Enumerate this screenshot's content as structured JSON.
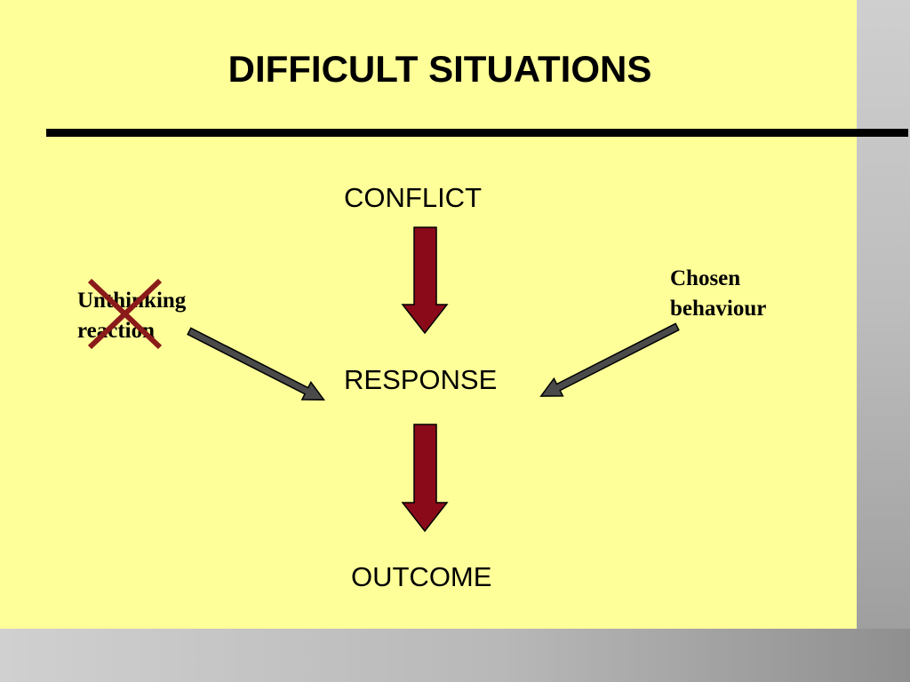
{
  "title": "DIFFICULT SITUATIONS",
  "nodes": {
    "conflict": "CONFLICT",
    "response": "RESPONSE",
    "outcome": "OUTCOME"
  },
  "side_labels": {
    "left": {
      "line1": "Unthinking",
      "line2": "reaction",
      "crossed_out": true
    },
    "right": {
      "line1": "Chosen",
      "line2": "behaviour",
      "crossed_out": false
    }
  },
  "colors": {
    "background": "#ffff99",
    "main_arrow": "#8b0a1a",
    "side_arrow": "#4a4a4a",
    "cross_mark": "#8b1a1a",
    "title": "#000000"
  },
  "icons": {
    "main_arrows": "down-arrow",
    "side_arrows": "diagonal-arrow",
    "cross": "x-mark"
  }
}
